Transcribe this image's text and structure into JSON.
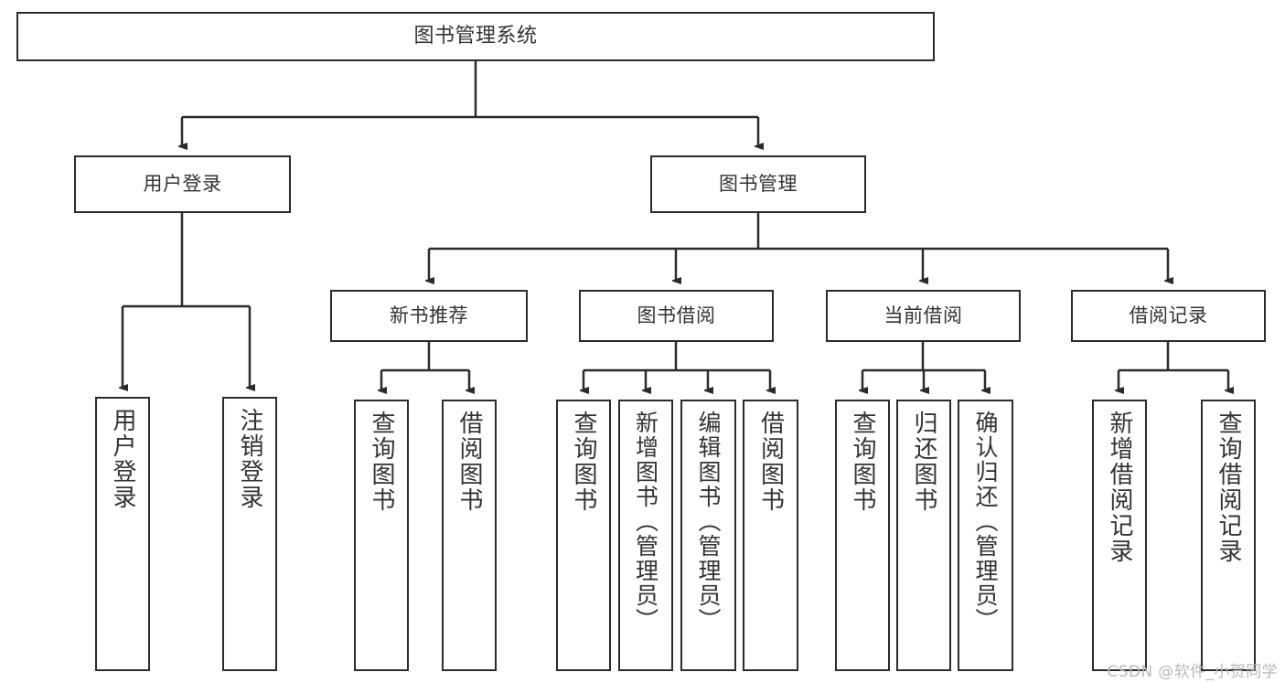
{
  "diagram": {
    "title": "图书管理系统",
    "type": "tree-hierarchy-diagram",
    "watermark": "CSDN @软件_小贺同学",
    "accent_color": "#2b2b2b",
    "text_color": "#333333",
    "background_color": "#ffffff",
    "nodes": {
      "root": {
        "label": "图书管理系统"
      },
      "level2": [
        {
          "label": "用户登录"
        },
        {
          "label": "图书管理"
        }
      ],
      "level3": [
        {
          "label": "新书推荐"
        },
        {
          "label": "图书借阅"
        },
        {
          "label": "当前借阅"
        },
        {
          "label": "借阅记录"
        }
      ],
      "leaves_user_login": [
        {
          "label": "用户登录"
        },
        {
          "label": "注销登录"
        }
      ],
      "leaves_new_book": [
        {
          "label": "查询图书"
        },
        {
          "label": "借阅图书"
        }
      ],
      "leaves_borrow": [
        {
          "label": "查询图书"
        },
        {
          "label": "新增图书（管理员）"
        },
        {
          "label": "编辑图书（管理员）"
        },
        {
          "label": "借阅图书"
        }
      ],
      "leaves_current": [
        {
          "label": "查询图书"
        },
        {
          "label": "归还图书"
        },
        {
          "label": "确认归还（管理员）"
        }
      ],
      "leaves_records": [
        {
          "label": "新增借阅记录"
        },
        {
          "label": "查询借阅记录"
        }
      ]
    }
  }
}
